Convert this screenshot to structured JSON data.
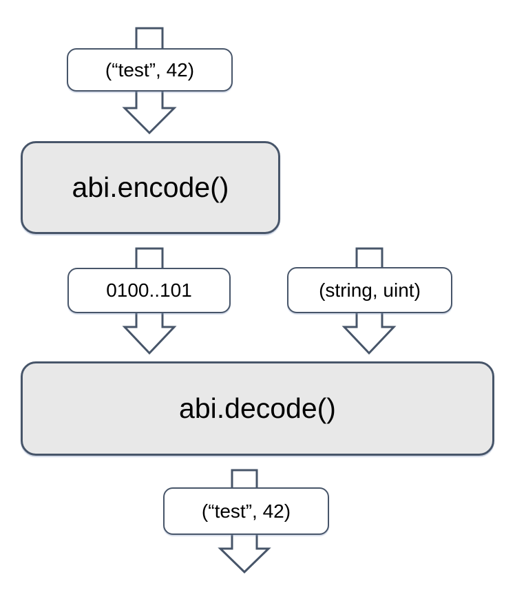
{
  "diagram": {
    "background": "#ffffff",
    "stroke_color": "#475569",
    "process_fill": "#e8e8e8",
    "label_fill": "#ffffff",
    "text_color": "#000000",
    "nodes": {
      "input_top": {
        "label": "(“test”, 42)"
      },
      "encode": {
        "label": "abi.encode()"
      },
      "encoded_bytes": {
        "label": "0100..101"
      },
      "types": {
        "label": "(string, uint)"
      },
      "decode": {
        "label": "abi.decode()"
      },
      "output": {
        "label": "(“test”, 42)"
      }
    },
    "arrows": [
      {
        "name": "flow-input-into-encode"
      },
      {
        "name": "flow-encode-bytes-into-decode"
      },
      {
        "name": "flow-types-into-decode"
      },
      {
        "name": "flow-decode-to-output"
      }
    ]
  }
}
